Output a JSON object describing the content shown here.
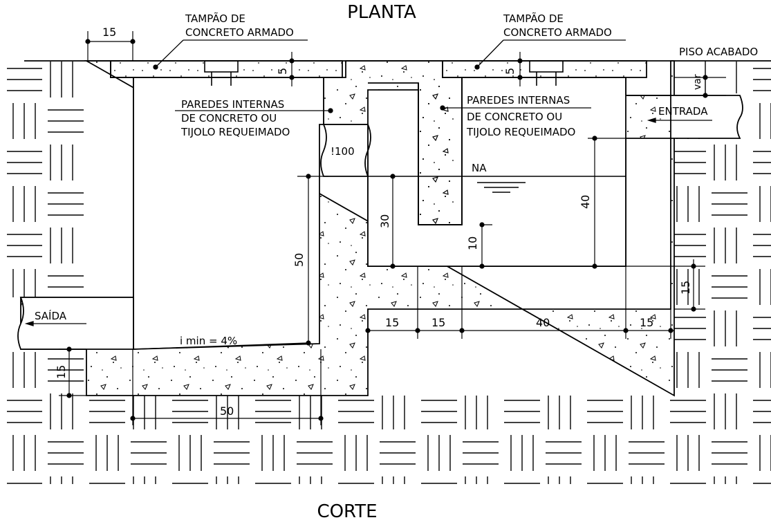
{
  "title_top": "PLANTA",
  "title_bottom": "CORTE",
  "labels": {
    "tampao_1a": "TAMPÃO DE",
    "tampao_1b": "CONCRETO ARMADO",
    "tampao_2a": "TAMPÃO DE",
    "tampao_2b": "CONCRETO ARMADO",
    "piso": "PISO ACABADO",
    "paredes_1a": "PAREDES INTERNAS",
    "paredes_1b": "DE CONCRETO OU",
    "paredes_1c": "TIJOLO REQUEIMADO",
    "paredes_2a": "PAREDES INTERNAS",
    "paredes_2b": "DE CONCRETO OU",
    "paredes_2c": "TIJOLO REQUEIMADO",
    "entrada": "ENTRADA",
    "saida": "SAÍDA",
    "na": "NA",
    "pipe": "!100",
    "slope": "i min = 4%"
  },
  "dimensions": {
    "top_15": "15",
    "lid_5a": "5",
    "lid_5b": "5",
    "var": "var",
    "d50_vert": "50",
    "d30": "30",
    "d40_vert": "40",
    "d10": "10",
    "d15_right": "15",
    "d15_left": "15",
    "d50_bottom": "50",
    "b15a": "15",
    "b15b": "15",
    "b40": "40",
    "b15c": "15"
  },
  "colors": {
    "line": "#000000",
    "background": "#ffffff"
  }
}
